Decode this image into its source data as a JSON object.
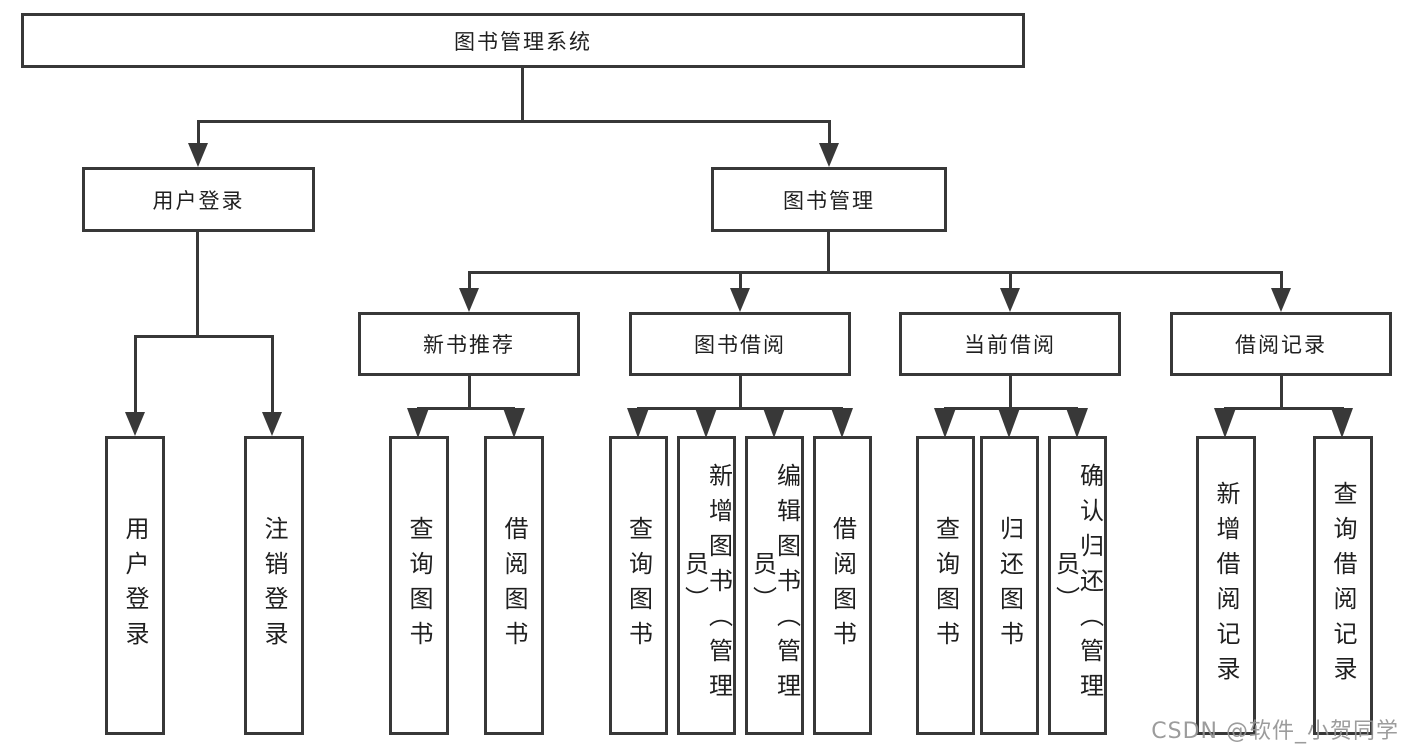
{
  "diagram": {
    "root": {
      "label": "图书管理系统"
    },
    "level2": [
      {
        "label": "用户登录",
        "children": [
          {
            "label": "用户登录"
          },
          {
            "label": "注销登录"
          }
        ]
      },
      {
        "label": "图书管理",
        "children": [
          {
            "label": "新书推荐",
            "children": [
              {
                "label": "查询图书"
              },
              {
                "label": "借阅图书"
              }
            ]
          },
          {
            "label": "图书借阅",
            "children": [
              {
                "label": "查询图书"
              },
              {
                "label": "新增图书（管理员）"
              },
              {
                "label": "编辑图书（管理员）"
              },
              {
                "label": "借阅图书"
              }
            ]
          },
          {
            "label": "当前借阅",
            "children": [
              {
                "label": "查询图书"
              },
              {
                "label": "归还图书"
              },
              {
                "label": "确认归还（管理员）"
              }
            ]
          },
          {
            "label": "借阅记录",
            "children": [
              {
                "label": "新增借阅记录"
              },
              {
                "label": "查询借阅记录"
              }
            ]
          }
        ]
      }
    ]
  },
  "watermark": {
    "text": "CSDN @软件_小贺同学"
  },
  "colors": {
    "line": "#383838",
    "box_border": "#383838",
    "text": "#1f1f1f",
    "watermark": "#949494",
    "background": "#ffffff"
  }
}
